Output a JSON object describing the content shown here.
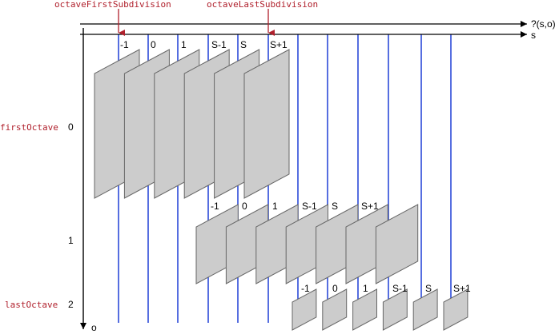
{
  "colors": {
    "axis": "#000000",
    "subdivision_line": "#1f3fd6",
    "marker": "#b0202c",
    "marker_label": "#b0202c",
    "panel_fill": "#cccccc",
    "panel_stroke": "#666666"
  },
  "top_markers": [
    {
      "label": "octaveFirstSubdivision"
    },
    {
      "label": "octaveLastSubdivision"
    }
  ],
  "axes": {
    "outer_label": "?(s,o)",
    "s_label": "s",
    "o_label": "o"
  },
  "octave_labels": [
    {
      "name": "firstOctave",
      "value": "0"
    },
    {
      "name": "",
      "value": "1"
    },
    {
      "name": "lastOctave",
      "value": "2"
    }
  ],
  "rows": [
    {
      "labels": [
        "-1",
        "0",
        "1",
        "S-1",
        "S",
        "S+1"
      ]
    },
    {
      "labels": [
        "-1",
        "0",
        "1",
        "S-1",
        "S",
        "S+1"
      ]
    },
    {
      "labels": [
        "-1",
        "0",
        "1",
        "S-1",
        "S",
        "S+1"
      ]
    }
  ]
}
